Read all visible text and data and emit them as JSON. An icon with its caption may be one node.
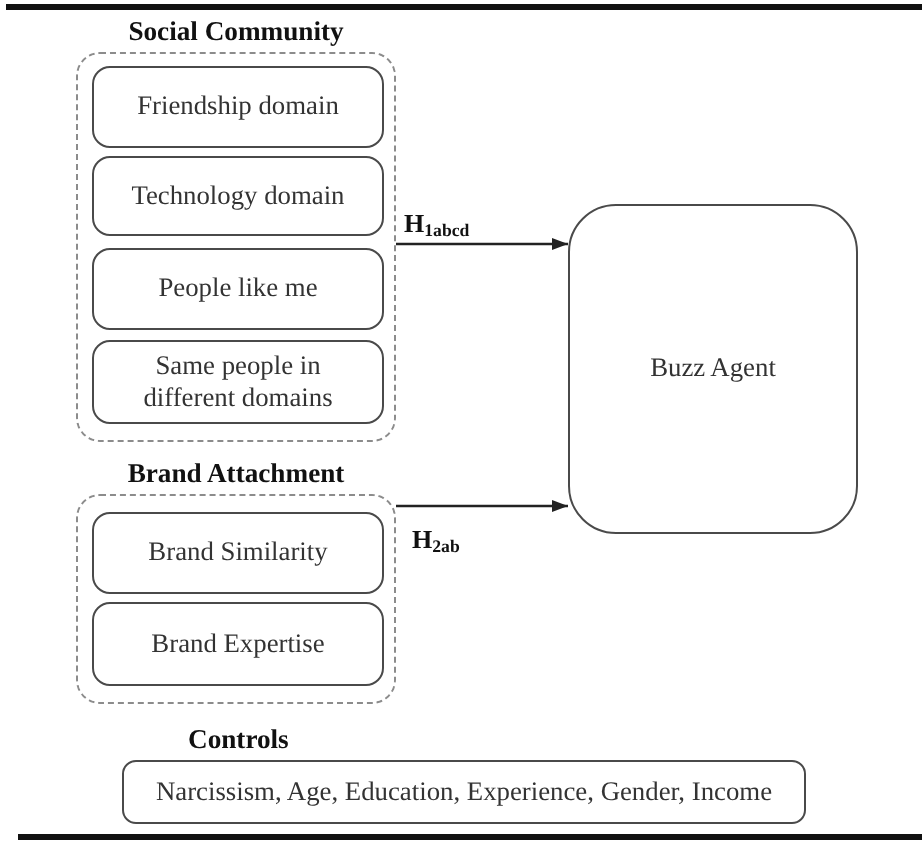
{
  "diagram": {
    "nodes": [
      {
        "text": [
          "Social Community"
        ]
      },
      {
        "text": [
          "Friendship domain"
        ],
        "in": 0
      },
      {
        "text": [
          "Technology domain"
        ],
        "in": 0
      },
      {
        "text": [
          "People like me"
        ],
        "in": 0
      },
      {
        "text": [
          "Same people in different domains"
        ],
        "in": 0
      },
      {
        "text": [
          "Brand Attachment"
        ]
      },
      {
        "text": [
          "Brand Similarity"
        ],
        "in": 5
      },
      {
        "text": [
          "Brand Expertise"
        ],
        "in": 5
      },
      {
        "text": [
          "Buzz Agent"
        ]
      },
      {
        "text": [
          "Controls",
          "Narcissism, Age, Education, Experience, Gender, Income"
        ]
      }
    ],
    "edges": [
      {
        "from": 0,
        "to": 8,
        "arrow": "to",
        "label": "H$_{1abcd}$"
      },
      {
        "from": 5,
        "to": 8,
        "arrow": "to",
        "label": "H$_{2ab}$"
      }
    ]
  }
}
